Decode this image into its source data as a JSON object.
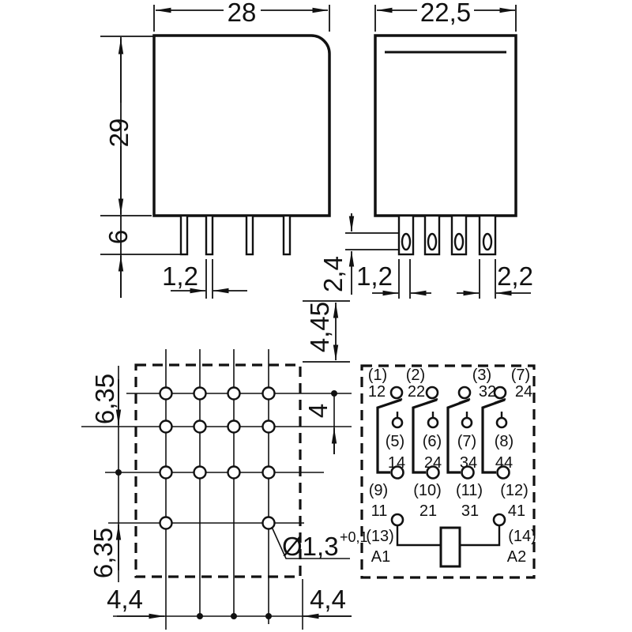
{
  "colors": {
    "ink": "#111111",
    "background": "#ffffff"
  },
  "front_view": {
    "width": "28",
    "height": "29",
    "pin_length": "6",
    "pin_width": "1,2"
  },
  "side_view": {
    "width": "22,5",
    "hole_height": "2,4",
    "pin_thickness": "1,2",
    "pin_width": "2,2"
  },
  "hole_pattern": {
    "offset_top": "4,45",
    "row_gap": "4",
    "row_gap_upper": "6,35",
    "row_gap_lower": "6,35",
    "margin_left": "4,4",
    "margin_right": "4,4",
    "hole_diameter": "Ø1,3",
    "hole_tolerance": "+0,1"
  },
  "schematic": {
    "contact_refs_top": [
      "(1)",
      "(2)",
      "(3)",
      "(7)"
    ],
    "contact_numbers_top": [
      "12",
      "22",
      "32",
      "24"
    ],
    "contact_refs_mid": [
      "(5)",
      "(6)",
      "(7)",
      "(8)"
    ],
    "contact_numbers_no": [
      "14",
      "24",
      "34",
      "44"
    ],
    "contact_refs_common": [
      "(9)",
      "(10)",
      "(11)",
      "(12)"
    ],
    "contact_numbers_common": [
      "11",
      "21",
      "31",
      "41"
    ],
    "coil_refs": [
      "(13)",
      "(14)"
    ],
    "coil_terminals": [
      "A1",
      "A2"
    ]
  }
}
